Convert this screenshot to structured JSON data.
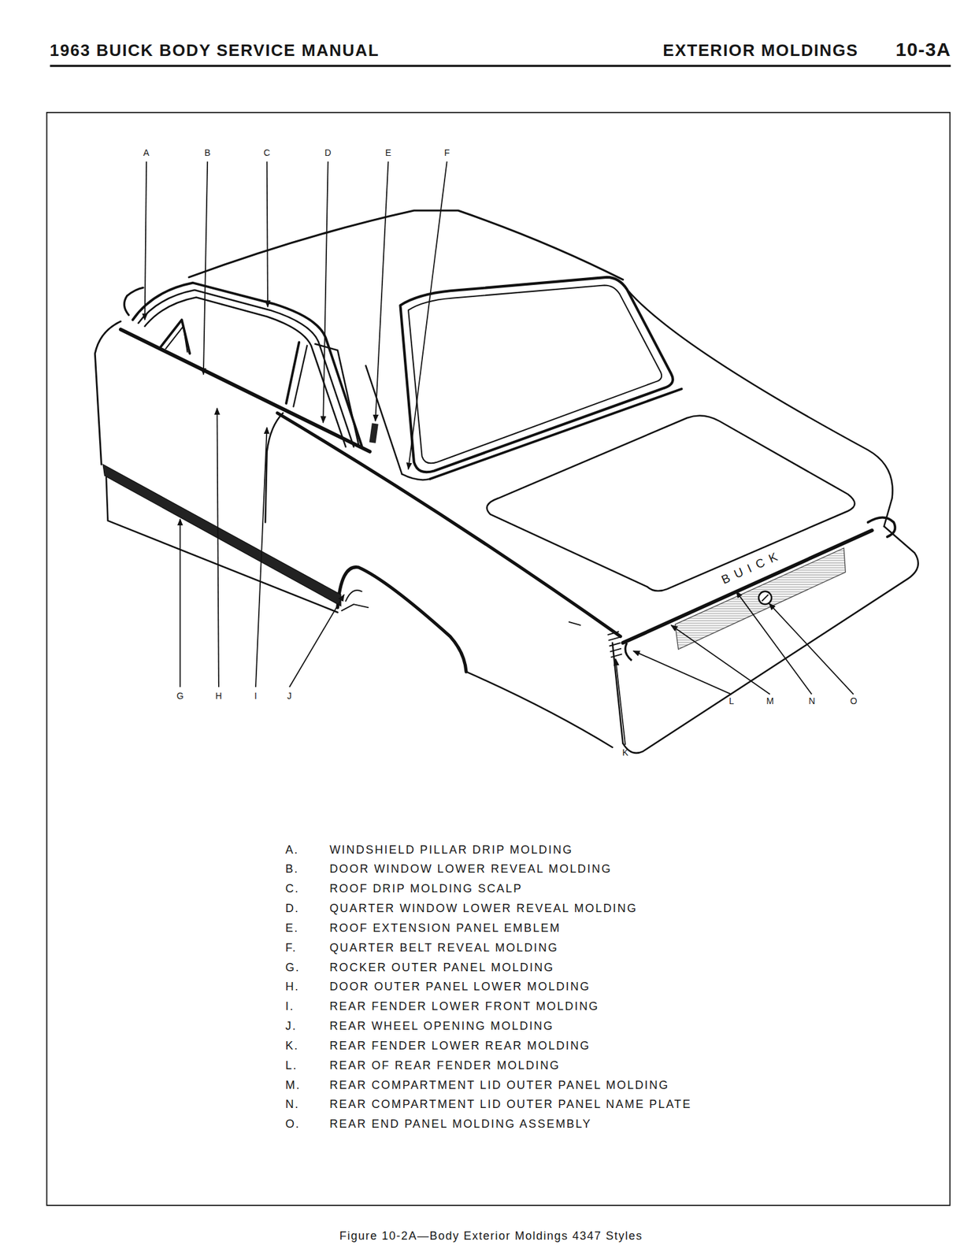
{
  "diagram": {
    "caption": "Figure 10-2A—Body Exterior Moldings 4347 Styles",
    "labels": [
      "1963 BUICK BODY SERVICE MANUAL",
      "EXTERIOR MOLDINGS",
      "10-3A",
      "A",
      "B",
      "C",
      "D",
      "E",
      "F",
      "BUICK",
      "G",
      "H",
      "I",
      "J",
      "K",
      "L",
      "M",
      "N",
      "O",
      "A.",
      "WINDSHIELD PILLAR DRIP MOLDING",
      "B.",
      "DOOR WINDOW LOWER REVEAL MOLDING",
      "C.",
      "ROOF DRIP MOLDING SCALP",
      "D.",
      "QUARTER WINDOW LOWER REVEAL MOLDING",
      "E.",
      "ROOF EXTENSION PANEL EMBLEM",
      "F.",
      "QUARTER BELT REVEAL MOLDING",
      "G.",
      "ROCKER OUTER PANEL MOLDING",
      "H.",
      "DOOR OUTER PANEL LOWER MOLDING",
      "I.",
      "REAR FENDER LOWER FRONT MOLDING",
      "J.",
      "REAR WHEEL OPENING MOLDING",
      "K.",
      "REAR FENDER LOWER REAR MOLDING",
      "L.",
      "REAR OF REAR FENDER MOLDING",
      "M.",
      "REAR COMPARTMENT LID OUTER PANEL MOLDING",
      "N.",
      "REAR COMPARTMENT LID OUTER PANEL NAME PLATE",
      "O.",
      "REAR END PANEL MOLDING ASSEMBLY"
    ]
  }
}
